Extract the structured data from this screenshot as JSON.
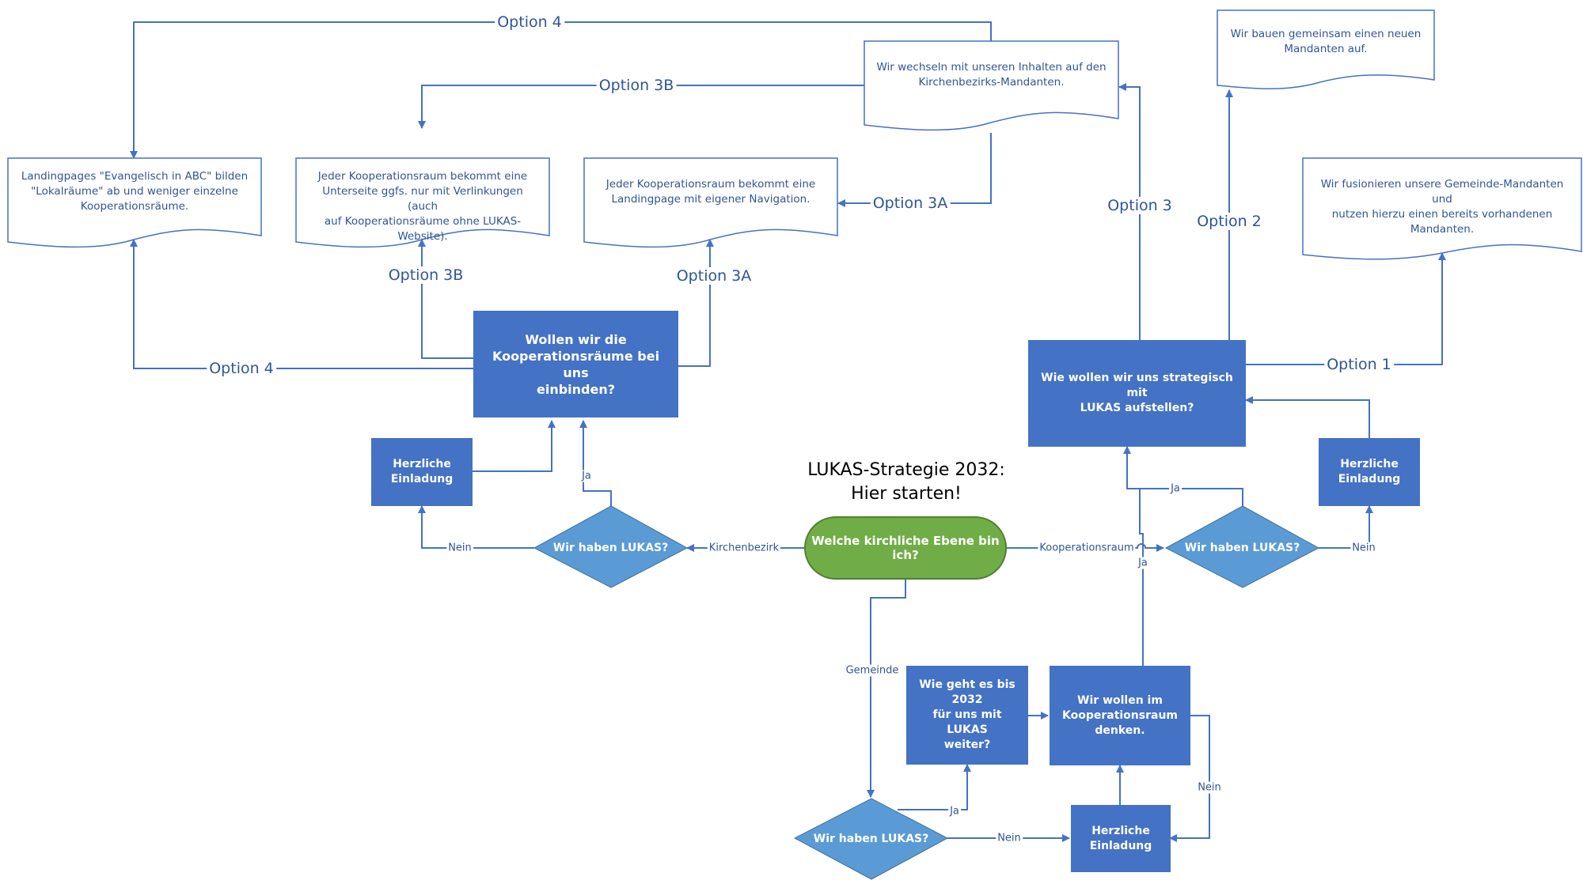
{
  "title": "LUKAS-Strategie 2032:\nHier starten!",
  "start": "Welche kirchliche Ebene bin ich?",
  "edge_labels": {
    "kirchenbezirk": "Kirchenbezirk",
    "kooperationsraum": "Kooperationsraum",
    "gemeinde": "Gemeinde",
    "ja": "Ja",
    "nein": "Nein"
  },
  "diamonds": {
    "left": "Wir haben LUKAS?",
    "right": "Wir haben LUKAS?",
    "bottom": "Wir haben LUKAS?"
  },
  "boxes": {
    "einbinden": "Wollen wir die\nKooperationsräume bei uns\neinbinden?",
    "strategisch": "Wie wollen wir uns strategisch mit\nLUKAS aufstellen?",
    "weiter": "Wie geht es bis 2032\nfür uns mit LUKAS\nweiter?",
    "denken": "Wir wollen im\nKooperationsraum\ndenken.",
    "einladung": "Herzliche\nEinladung"
  },
  "documents": {
    "landingpages_abc": "Landingpages \"Evangelisch in ABC\" bilden\n\"Lokalräume\" ab und weniger einzelne\nKooperationsräume.",
    "unterseite": "Jeder Kooperationsraum bekommt eine\nUnterseite ggfs. nur mit Verlinkungen (auch\nauf Kooperationsräume ohne LUKAS-Website).",
    "landingpage_nav": "Jeder Kooperationsraum bekommt eine\nLandingpage mit eigener Navigation.",
    "wechseln": "Wir wechseln mit unseren Inhalten auf den\nKirchenbezirks-Mandanten.",
    "neuer_mandant": "Wir bauen gemeinsam einen neuen\nMandanten auf.",
    "fusionieren": "Wir fusionieren unsere Gemeinde-Mandanten und\nnutzen hierzu einen bereits vorhandenen\nMandanten."
  },
  "options": {
    "o1": "Option 1",
    "o2": "Option 2",
    "o3": "Option 3",
    "o3a": "Option 3A",
    "o3b": "Option 3B",
    "o4": "Option 4"
  },
  "colors": {
    "box": "#4472C4",
    "diamond": "#5B9BD5",
    "start": "#70AD47",
    "line": "#4472C4",
    "text": "#2F5597"
  }
}
